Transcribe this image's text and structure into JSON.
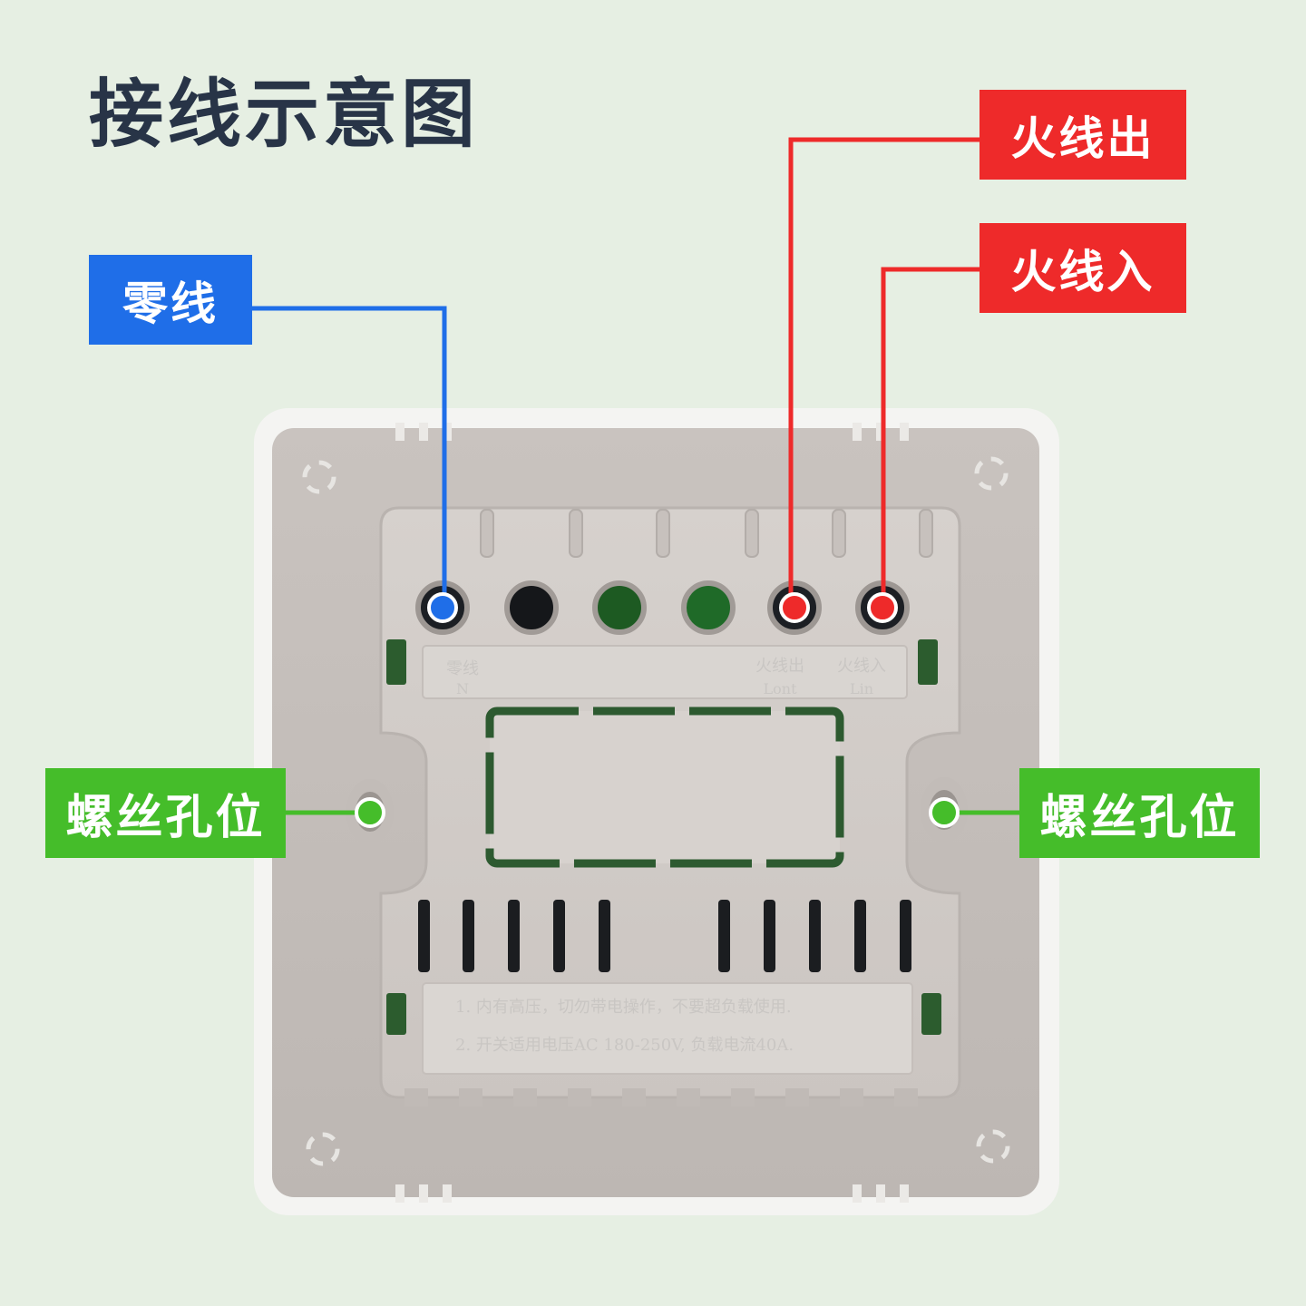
{
  "title": "接线示意图",
  "labels": {
    "neutral": "零线",
    "live_out": "火线出",
    "live_in": "火线入",
    "screw_left": "螺丝孔位",
    "screw_right": "螺丝孔位"
  },
  "terminal_text": {
    "neutral_cn": "零线",
    "neutral_en": "N",
    "out_cn": "火线出",
    "out_en": "Lont",
    "in_cn": "火线入",
    "in_en": "Lin"
  },
  "notice": {
    "line1": "1. 内有高压，切勿带电操作，不要超负载使用.",
    "line2": "2. 开关适用电压AC 180-250V, 负载电流40A."
  },
  "colors": {
    "background": "#e6efe3",
    "neutral_blue": "#1f6ee8",
    "live_red": "#ee2a2a",
    "screw_green": "#45bd2a",
    "title": "#283447"
  }
}
